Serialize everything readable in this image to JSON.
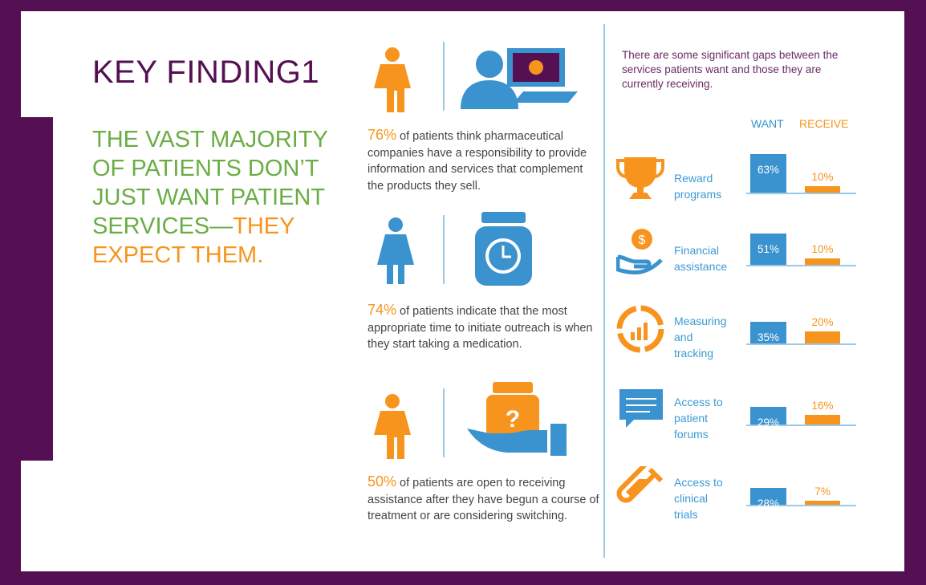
{
  "title": "KEY FINDING1",
  "headline": {
    "green": "THE VAST MAJORITY OF PATIENTS DON’T JUST WANT PATIENT SERVICES—",
    "orange": "THEY EXPECT THEM."
  },
  "stats": [
    {
      "pct": "76%",
      "text": " of patients think pharmaceutical companies have a responsibility to provide information and services that complement the products they sell."
    },
    {
      "pct": "74%",
      "text": " of patients indicate that the most appropriate time to initiate outreach is when they start taking a medication."
    },
    {
      "pct": "50%",
      "text": " of patients are open to receiving assistance after they have begun a course of treatment or are considering switching."
    }
  ],
  "intro": "There are some significant gaps between the services patients want and those they are currently receiving.",
  "colors": {
    "purple": "#541052",
    "blue": "#3a92cf",
    "orange": "#f7941d",
    "green": "#6aad45"
  },
  "chart_data": {
    "type": "bar",
    "legend": [
      "WANT",
      "RECEIVE"
    ],
    "categories": [
      "Reward programs",
      "Financial assistance",
      "Measuring and tracking",
      "Access to patient forums",
      "Access to clinical trials"
    ],
    "category_lines": [
      [
        "Reward",
        "programs"
      ],
      [
        "Financial",
        "assistance"
      ],
      [
        "Measuring",
        "and",
        "tracking"
      ],
      [
        "Access to",
        "patient",
        "forums"
      ],
      [
        "Access to",
        "clinical",
        "trials"
      ]
    ],
    "icons": [
      "trophy-icon",
      "hand-coin-icon",
      "gauge-chart-icon",
      "chat-bubble-icon",
      "test-tube-icon"
    ],
    "series": [
      {
        "name": "WANT",
        "values": [
          63,
          51,
          35,
          29,
          28
        ],
        "labels": [
          "63%",
          "51%",
          "35%",
          "29%",
          "28%"
        ]
      },
      {
        "name": "RECEIVE",
        "values": [
          10,
          10,
          20,
          16,
          7
        ],
        "labels": [
          "10%",
          "10%",
          "20%",
          "16%",
          "7%"
        ]
      }
    ],
    "unit": "%"
  }
}
